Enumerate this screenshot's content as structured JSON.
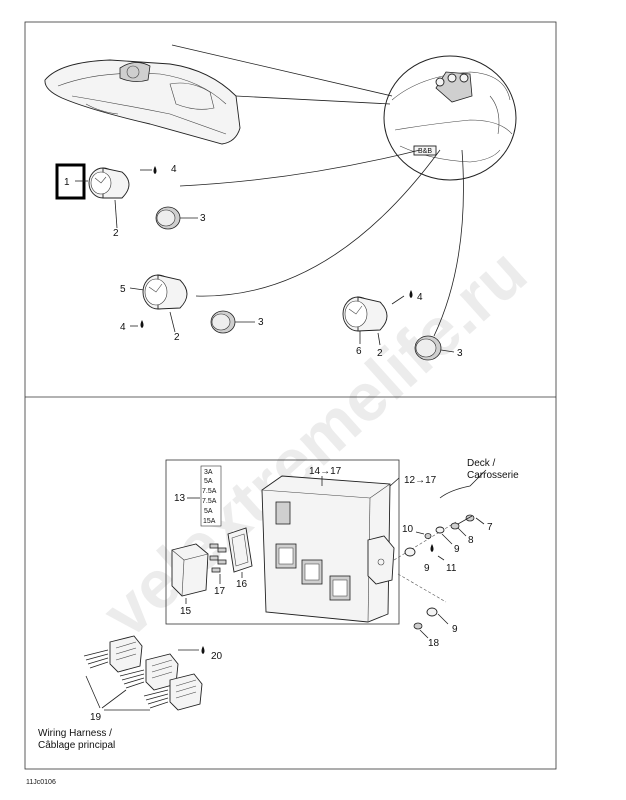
{
  "callouts": {
    "c1": "1",
    "c2a": "2",
    "c3a": "3",
    "c4a": "4",
    "c5": "5",
    "c4b": "4",
    "c2b": "2",
    "c3b": "3",
    "c4c": "4",
    "c6": "6",
    "c2c": "2",
    "c3c": "3",
    "c14": "14→17",
    "c12": "12→17",
    "c13": "13",
    "c16": "16",
    "c17": "17",
    "c15": "15",
    "c10": "10",
    "c9a": "9",
    "c8": "8",
    "c7": "7",
    "c9b": "9",
    "c11": "11",
    "c9c": "9",
    "c18": "18",
    "c20": "20",
    "c19": "19"
  },
  "fuses": [
    "3A",
    "5A",
    "7.5A",
    "7.5A",
    "5A",
    "15A"
  ],
  "deck_label": [
    "Deck /",
    "Carrosserie"
  ],
  "harness_label": [
    "Wiring Harness /",
    "Câblage principal"
  ],
  "figure_code": "11Jc0106",
  "watermark": "velextremelife.ru",
  "dash_badge": "B&B"
}
